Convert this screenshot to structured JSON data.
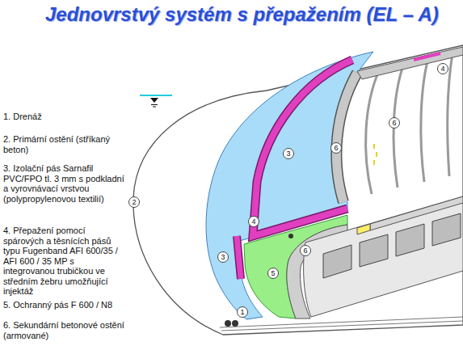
{
  "diagram": {
    "title": "Jednovrstvý systém s přepažením (EL – A)",
    "labels": [
      "1. Drenáž",
      "2. Primární ostění (stříkaný beton)",
      "3. Izolační pás Sarnafil PVC/FPO tl. 3 mm s podkladní a vyrovnávací vrstvou (polypropylenovou textilií)",
      "4. Přepažení pomocí spárových a těsnících pásů typu Fugenband AFI 600/35 / AFI 600 / 35 MP s integrovanou trubičkou ve středním žebru umožňující injektáž",
      "5. Ochranný pás F 600 / N8",
      "6. Sekundární betonové ostění (armované)",
      "4",
      "6",
      "6",
      "3",
      "2",
      "4",
      "6",
      "3",
      "5",
      "1"
    ]
  }
}
